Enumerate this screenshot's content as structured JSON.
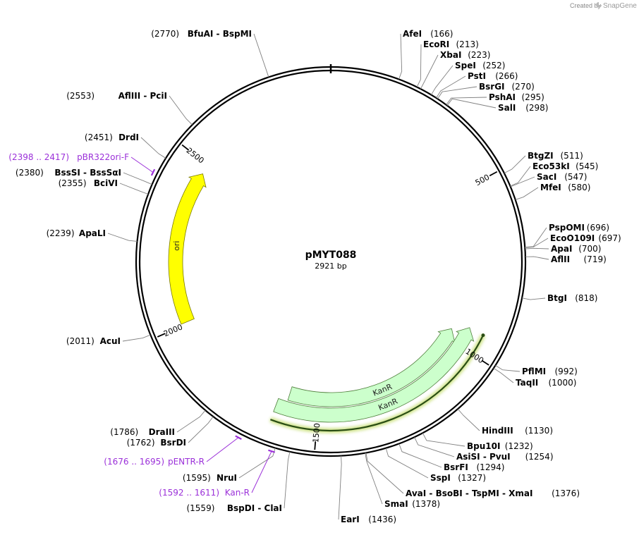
{
  "plasmid": {
    "name": "pMYT088",
    "size_label": "2921 bp",
    "length": 2921
  },
  "credit": {
    "prefix": "Created by",
    "brand": "SnapGene"
  },
  "colors": {
    "backbone": "#000000",
    "ori": "#ffff00",
    "kanr": "#ccffcc",
    "kanr_stroke": "#4e7d3a",
    "primer": "#9b30d9",
    "leader": "#808080"
  },
  "ticks": [
    {
      "pos": 500,
      "label": "500"
    },
    {
      "pos": 1000,
      "label": "1000"
    },
    {
      "pos": 1500,
      "label": "1500"
    },
    {
      "pos": 2000,
      "label": "2000"
    },
    {
      "pos": 2500,
      "label": "2500"
    }
  ],
  "features": [
    {
      "name": "ori",
      "label": "ori",
      "start": 2006,
      "end": 2470,
      "strand": 1
    },
    {
      "name": "KanR-1",
      "label": "KanR",
      "start": 966,
      "end": 1600,
      "strand": -1
    },
    {
      "name": "KanR-2",
      "label": "KanR",
      "start": 937,
      "end": 1630,
      "strand": -1
    }
  ],
  "highlight_arc": {
    "start": 940,
    "end": 1630
  },
  "primers": [
    {
      "label": "pBR322ori-F",
      "range": "(2398 .. 2417)",
      "pos": 2407
    },
    {
      "label": "pENTR-R",
      "range": "(1676 .. 1695)",
      "pos": 1685
    },
    {
      "label": "Kan-R",
      "range": "(1592 .. 1611)",
      "pos": 1601
    }
  ],
  "sites": [
    {
      "name": "AfeI",
      "pos_label": "(166)",
      "pos": 166
    },
    {
      "name": "EcoRI",
      "pos_label": "(213)",
      "pos": 213
    },
    {
      "name": "XbaI",
      "pos_label": "(223)",
      "pos": 223
    },
    {
      "name": "SpeI",
      "pos_label": "(252)",
      "pos": 252
    },
    {
      "name": "PstI",
      "pos_label": "(266)",
      "pos": 266
    },
    {
      "name": "BsrGI",
      "pos_label": "(270)",
      "pos": 270
    },
    {
      "name": "PshAI",
      "pos_label": "(295)",
      "pos": 295
    },
    {
      "name": "SalI",
      "pos_label": "(298)",
      "pos": 298
    },
    {
      "name": "BtgZI",
      "pos_label": "(511)",
      "pos": 511
    },
    {
      "name": "Eco53kI",
      "pos_label": "(545)",
      "pos": 545
    },
    {
      "name": "SacI",
      "pos_label": "(547)",
      "pos": 547
    },
    {
      "name": "MfeI",
      "pos_label": "(580)",
      "pos": 580
    },
    {
      "name": "PspOMI",
      "pos_label": "(696)",
      "pos": 696
    },
    {
      "name": "EcoO109I",
      "pos_label": "(697)",
      "pos": 697
    },
    {
      "name": "ApaI",
      "pos_label": "(700)",
      "pos": 700
    },
    {
      "name": "AflII",
      "pos_label": "(719)",
      "pos": 719
    },
    {
      "name": "BtgI",
      "pos_label": "(818)",
      "pos": 818
    },
    {
      "name": "PflMI",
      "pos_label": "(992)",
      "pos": 992
    },
    {
      "name": "TaqII",
      "pos_label": "(1000)",
      "pos": 1000
    },
    {
      "name": "HindIII",
      "pos_label": "(1130)",
      "pos": 1130
    },
    {
      "name": "Bpu10I",
      "pos_label": "(1232)",
      "pos": 1232
    },
    {
      "name": "AsiSI - PvuI",
      "pos_label": "(1254)",
      "pos": 1254
    },
    {
      "name": "BsrFI",
      "pos_label": "(1294)",
      "pos": 1294
    },
    {
      "name": "SspI",
      "pos_label": "(1327)",
      "pos": 1327
    },
    {
      "name": "AvaI - BsoBI - TspMI - XmaI",
      "pos_label": "(1376)",
      "pos": 1376
    },
    {
      "name": "SmaI",
      "pos_label": "(1378)",
      "pos": 1378
    },
    {
      "name": "EarI",
      "pos_label": "(1436)",
      "pos": 1436
    },
    {
      "name": "BspDI - ClaI",
      "pos_label": "(1559)",
      "pos": 1559
    },
    {
      "name": "NruI",
      "pos_label": "(1595)",
      "pos": 1595
    },
    {
      "name": "BsrDI",
      "pos_label": "(1762)",
      "pos": 1762
    },
    {
      "name": "DraIII",
      "pos_label": "(1786)",
      "pos": 1786
    },
    {
      "name": "AcuI",
      "pos_label": "(2011)",
      "pos": 2011
    },
    {
      "name": "ApaLI",
      "pos_label": "(2239)",
      "pos": 2239
    },
    {
      "name": "BciVI",
      "pos_label": "(2355)",
      "pos": 2355
    },
    {
      "name": "BssSI - BssSαI",
      "pos_label": "(2380)",
      "pos": 2380
    },
    {
      "name": "DrdI",
      "pos_label": "(2451)",
      "pos": 2451
    },
    {
      "name": "AflIII - PciI",
      "pos_label": "(2553)",
      "pos": 2553
    },
    {
      "name": "BfuAI - BspMI",
      "pos_label": "(2770)",
      "pos": 2770
    }
  ]
}
